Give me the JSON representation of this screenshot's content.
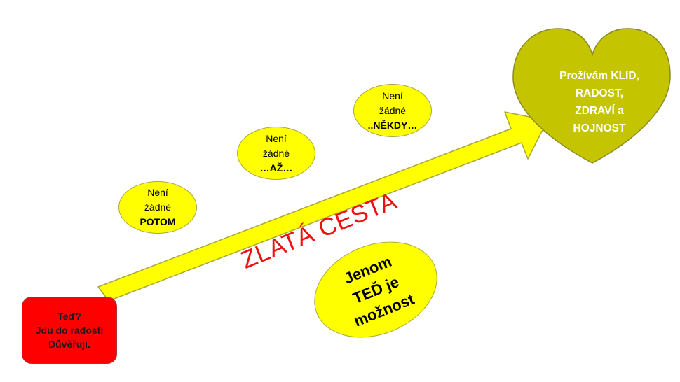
{
  "start": {
    "lines": [
      "Teď?",
      "Jdu do radosti",
      "Důvěřuji."
    ]
  },
  "path": {
    "label": "ZLATÁ CESTA"
  },
  "bubbles": [
    {
      "line1": "Není",
      "line2": "žádné",
      "keyword": "POTOM"
    },
    {
      "line1": "Není",
      "line2": "žádné",
      "keyword": "…AŽ…"
    },
    {
      "line1": "Není",
      "line2": "žádné",
      "keyword": "..NĚKDY…"
    }
  ],
  "now": {
    "lines": [
      "Jenom",
      "TEĎ je",
      "možnost"
    ]
  },
  "goal": {
    "lines": [
      "Prožívám KLID,",
      "RADOST,",
      "ZDRAVÍ a",
      "HOJNOST"
    ]
  },
  "colors": {
    "arrow": "#ffff00",
    "bubble": "#ffff00",
    "start": "#ff0000",
    "heart": "#c4c400",
    "path_label": "#ee1111"
  }
}
